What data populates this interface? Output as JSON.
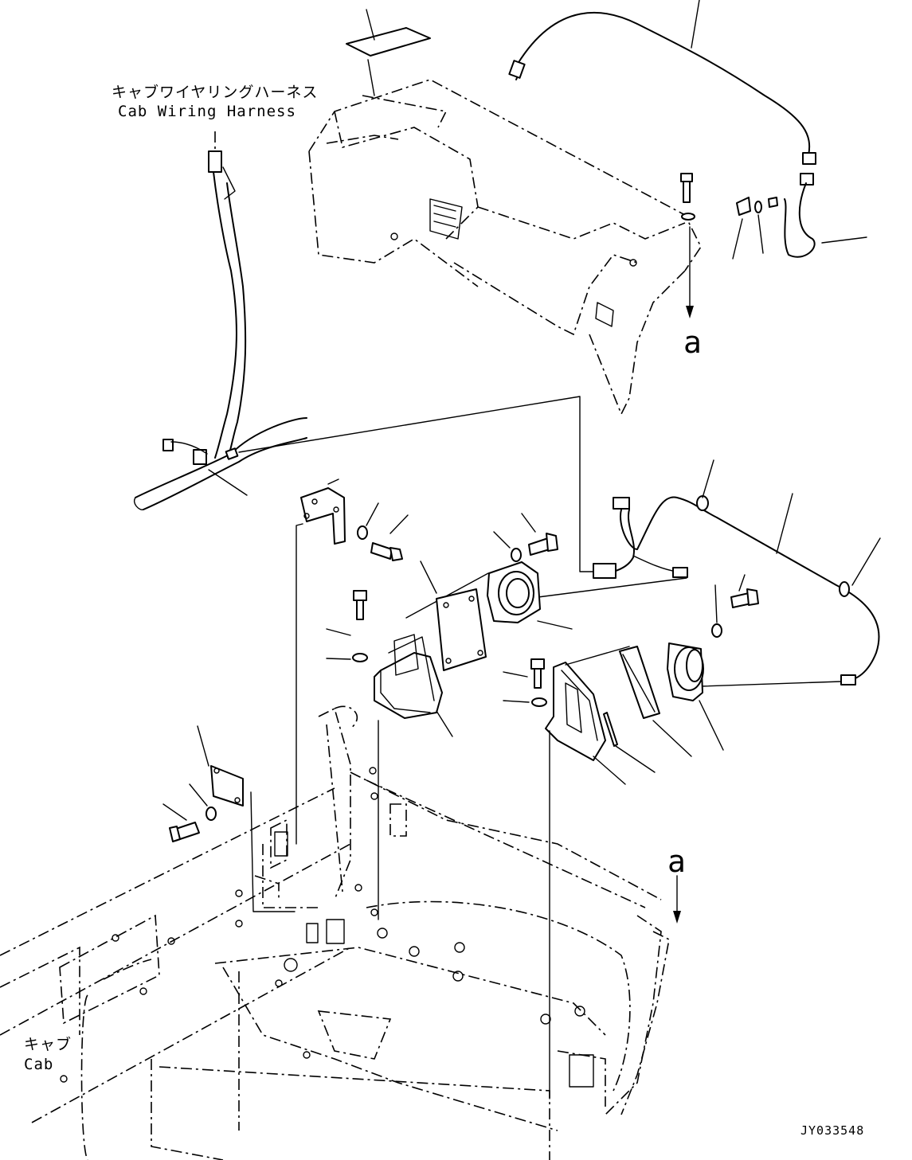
{
  "labels": {
    "harness_jp": "キャブワイヤリングハーネス",
    "harness_en": "Cab Wiring Harness",
    "cab_jp": "キャブ",
    "cab_en": "Cab",
    "view_ref_upper": "a",
    "view_ref_lower": "a",
    "drawing_code": "JY033548"
  }
}
